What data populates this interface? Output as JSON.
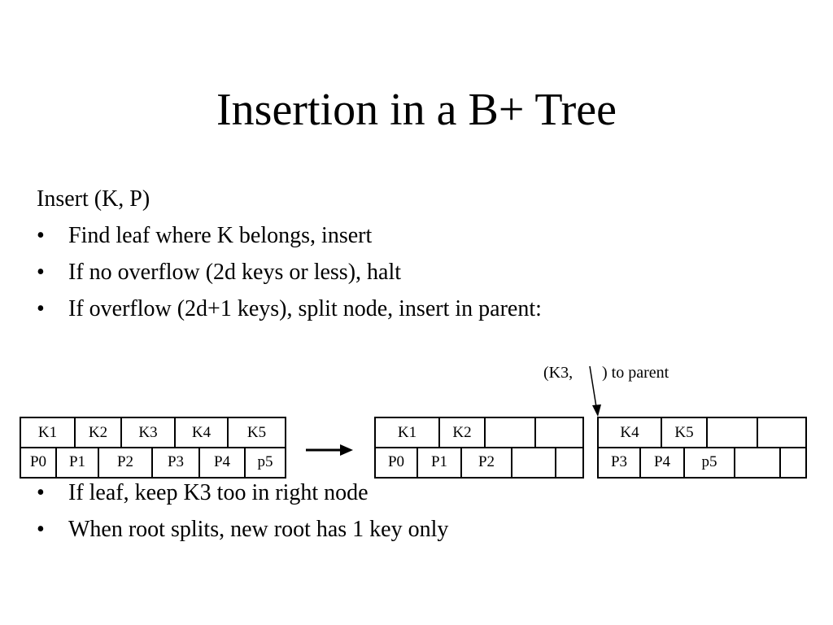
{
  "title": "Insertion in a B+ Tree",
  "intro": "Insert (K, P)",
  "bullets_top": [
    "Find leaf where K belongs, insert",
    "If no overflow (2d keys or less), halt",
    "If overflow (2d+1 keys), split node, insert in parent:"
  ],
  "bullets_bottom": [
    "If leaf, keep K3 too in right node",
    "When root splits, new root has 1 key only"
  ],
  "bullet_char": "•",
  "annotation": {
    "left": "(K3,",
    "right": ") to parent"
  },
  "diagram": {
    "original_node": {
      "keys": [
        "K1",
        "K2",
        "K3",
        "K4",
        "K5"
      ],
      "pointers": [
        "P0",
        "P1",
        "P2",
        "P3",
        "P4",
        "p5"
      ]
    },
    "left_node": {
      "keys": [
        "K1",
        "K2",
        "",
        ""
      ],
      "pointers": [
        "P0",
        "P1",
        "P2",
        "",
        ""
      ]
    },
    "right_node": {
      "keys": [
        "K4",
        "K5",
        "",
        ""
      ],
      "pointers": [
        "P3",
        "P4",
        "p5",
        "",
        ""
      ]
    }
  }
}
